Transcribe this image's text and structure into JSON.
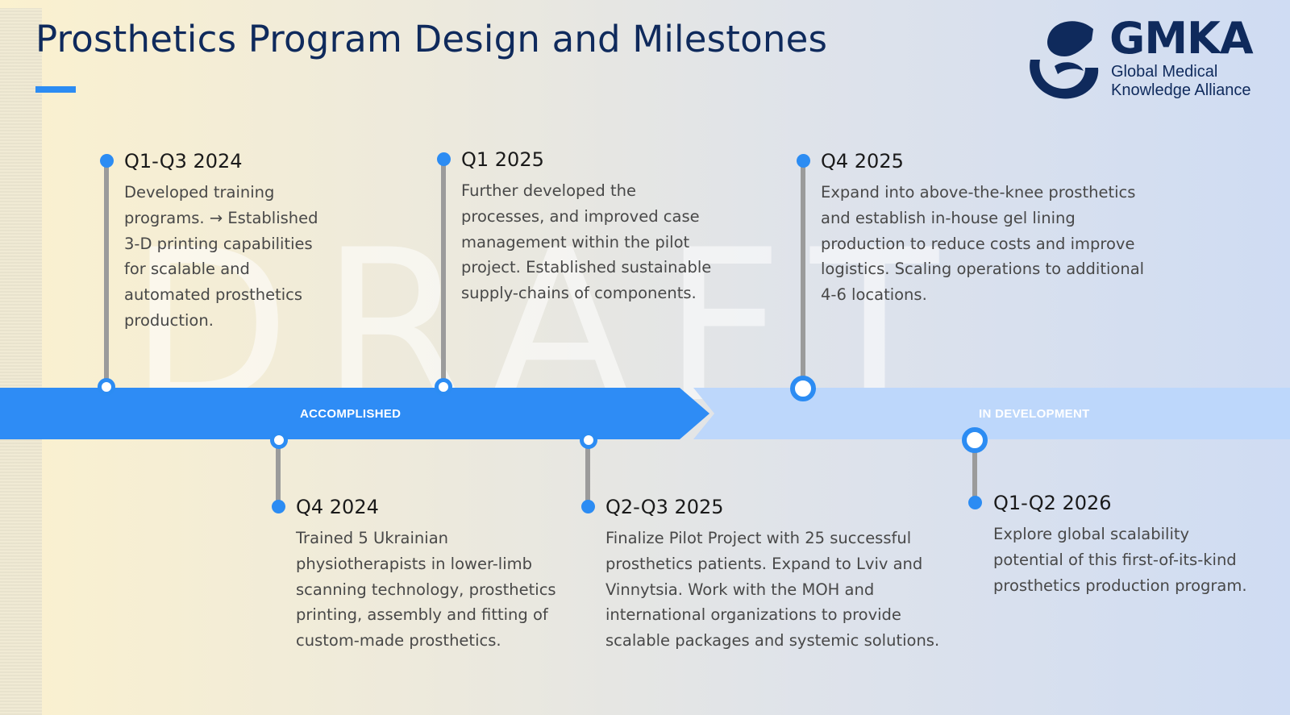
{
  "header": {
    "title": "Prosthetics Program Design and Milestones"
  },
  "logo": {
    "name": "GMKA",
    "subtitle_line1": "Global Medical",
    "subtitle_line2": "Knowledge Alliance"
  },
  "watermark": "DRAFT",
  "timeline": {
    "accomplished_label": "ACCOMPLISHED",
    "in_development_label": "IN DEVELOPMENT",
    "milestones": [
      {
        "date": "Q1-Q3 2024",
        "description": "Developed training programs. → Established 3-D printing capabilities for scalable and automated prosthetics production.",
        "status": "accomplished"
      },
      {
        "date": "Q4 2024",
        "description": "Trained 5 Ukrainian physiotherapists in lower-limb scanning technology, prosthetics printing, assembly and fitting of custom-made prosthetics.",
        "status": "accomplished"
      },
      {
        "date": "Q1 2025",
        "description": "Further developed the processes, and improved case management within the pilot project. Established sustainable supply-chains of components.",
        "status": "accomplished"
      },
      {
        "date": "Q2-Q3 2025",
        "description": "Finalize Pilot Project with 25 successful prosthetics patients. Expand to Lviv and Vinnytsia. Work with the MOH and international organizations to provide scalable packages and systemic solutions.",
        "status": "accomplished"
      },
      {
        "date": "Q4 2025",
        "description": "Expand into above-the-knee prosthetics and establish in-house gel lining production to reduce costs and improve logistics. Scaling operations to additional 4-6 locations.",
        "status": "in development"
      },
      {
        "date": "Q1-Q2 2026",
        "description": "Explore global scalability potential of this first-of-its-kind prosthetics production program.",
        "status": "in development"
      }
    ]
  },
  "colors": {
    "accent": "#2c8cf3",
    "band_accomplished": "#2e8cf5",
    "band_in_development": "#bdd7fb",
    "title": "#0f2a5c",
    "stem": "#9b9b9b"
  }
}
